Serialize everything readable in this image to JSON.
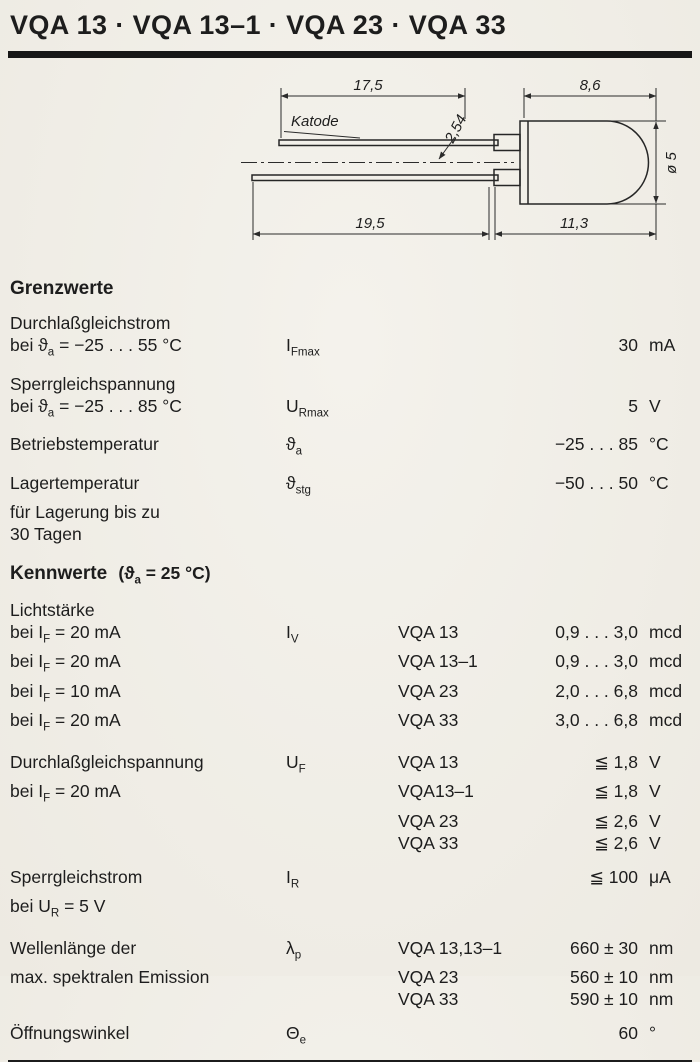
{
  "page": {
    "title": "VQA 13 · VQA 13–1 · VQA 23 · VQA 33"
  },
  "drawing": {
    "labels": {
      "katode": "Katode",
      "dim_lead_top": "17,5",
      "dim_body_top": "8,6",
      "dim_pitch": "2,54",
      "dim_diameter": "ø 5",
      "dim_lead_bottom": "19,5",
      "dim_body_bottom": "11,3"
    }
  },
  "grenzwerte": {
    "heading": "Grenzwerte",
    "rows": [
      {
        "label_lines": [
          "Durchlaßgleichstrom",
          "bei ϑ~a~ = −25 . . . 55 °C"
        ],
        "symbol": "I~Fmax~",
        "value": "30",
        "unit": "mA"
      },
      {
        "label_lines": [
          "Sperrgleichspannung",
          "bei ϑ~a~ = −25 . . . 85 °C"
        ],
        "symbol": "U~Rmax~",
        "value": "5",
        "unit": "V"
      },
      {
        "label_lines": [
          "Betriebstemperatur"
        ],
        "symbol": "ϑ~a~",
        "value": "−25 . . . 85",
        "unit": "°C"
      },
      {
        "label_lines": [
          "Lagertemperatur",
          "für Lagerung bis zu",
          "30 Tagen"
        ],
        "symbol": "ϑ~stg~",
        "value": "−50 . . . 50",
        "unit": "°C"
      }
    ]
  },
  "kennwerte": {
    "heading": "Kennwerte",
    "condition": "(ϑ~a~ = 25 °C)",
    "lichtstaerke": {
      "title": "Lichtstärke",
      "lines": [
        {
          "label": "bei I~F~ = 20 mA",
          "symbol": "I~V~",
          "device": "VQA 13",
          "value": "0,9 . . . 3,0",
          "unit": "mcd"
        },
        {
          "label": "bei I~F~ = 20 mA",
          "device": "VQA 13–1",
          "value": "0,9 . . . 3,0",
          "unit": "mcd"
        },
        {
          "label": "bei I~F~ = 10 mA",
          "device": "VQA 23",
          "value": "2,0 . . . 6,8",
          "unit": "mcd"
        },
        {
          "label": "bei I~F~ = 20 mA",
          "device": "VQA 33",
          "value": "3,0 . . . 6,8",
          "unit": "mcd"
        }
      ]
    },
    "durchlassspannung": {
      "lines": [
        {
          "label": "Durchlaßgleichspannung",
          "symbol": "U~F~",
          "device": "VQA 13",
          "value": "≦ 1,8",
          "unit": "V"
        },
        {
          "label": "bei I~F~ = 20 mA",
          "device": "VQA13–1",
          "value": "≦ 1,8",
          "unit": "V"
        },
        {
          "device": "VQA 23",
          "value": "≦ 2,6",
          "unit": "V"
        },
        {
          "device": "VQA 33",
          "value": "≦ 2,6",
          "unit": "V"
        }
      ]
    },
    "sperrstrom": {
      "lines": [
        {
          "label": "Sperrgleichstrom",
          "symbol": "I~R~",
          "value": "≦ 100",
          "unit": "μA"
        },
        {
          "label": "bei U~R~ = 5 V"
        }
      ]
    },
    "wellenlaenge": {
      "lines": [
        {
          "label": "Wellenlänge der",
          "symbol": "λ~p~",
          "device": "VQA 13,13–1",
          "value": "660 ± 30",
          "unit": "nm"
        },
        {
          "label": "max. spektralen Emission",
          "device": "VQA 23",
          "value": "560 ± 10",
          "unit": "nm"
        },
        {
          "device": "VQA 33",
          "value": "590 ± 10",
          "unit": "nm"
        }
      ]
    },
    "oeffnungswinkel": {
      "lines": [
        {
          "label": "Öffnungswinkel",
          "symbol": "Θ~e~",
          "value": "60",
          "unit": "°"
        }
      ]
    }
  }
}
